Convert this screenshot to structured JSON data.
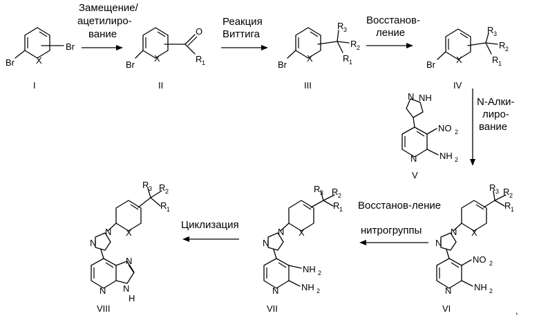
{
  "compounds": [
    {
      "id": "I",
      "label": "I"
    },
    {
      "id": "II",
      "label": "II"
    },
    {
      "id": "III",
      "label": "III"
    },
    {
      "id": "IV",
      "label": "IV"
    },
    {
      "id": "V",
      "label": "V"
    },
    {
      "id": "VI",
      "label": "VI"
    },
    {
      "id": "VII",
      "label": "VII"
    },
    {
      "id": "VIII",
      "label": "VIII"
    }
  ],
  "steps": {
    "s1": [
      "Замещение/",
      "ацетилиро-",
      "вание"
    ],
    "s2": [
      "Реакция",
      "Виттига"
    ],
    "s3": [
      "Восстанов-",
      "ление"
    ],
    "s4": [
      "N-Алки-",
      "лиро-",
      "вание"
    ],
    "s5": [
      "Восстанов-ление",
      "нитрогруппы"
    ],
    "s6": [
      "Циклизация"
    ]
  },
  "atoms": {
    "Br": "Br",
    "X": "X",
    "O": "O",
    "N": "N",
    "H": "H",
    "NH": "NH",
    "NO": "NO",
    "NH2": "NH",
    "R": "R",
    "two": "2",
    "one": "1",
    "three": "3"
  },
  "trailing_mark": ","
}
